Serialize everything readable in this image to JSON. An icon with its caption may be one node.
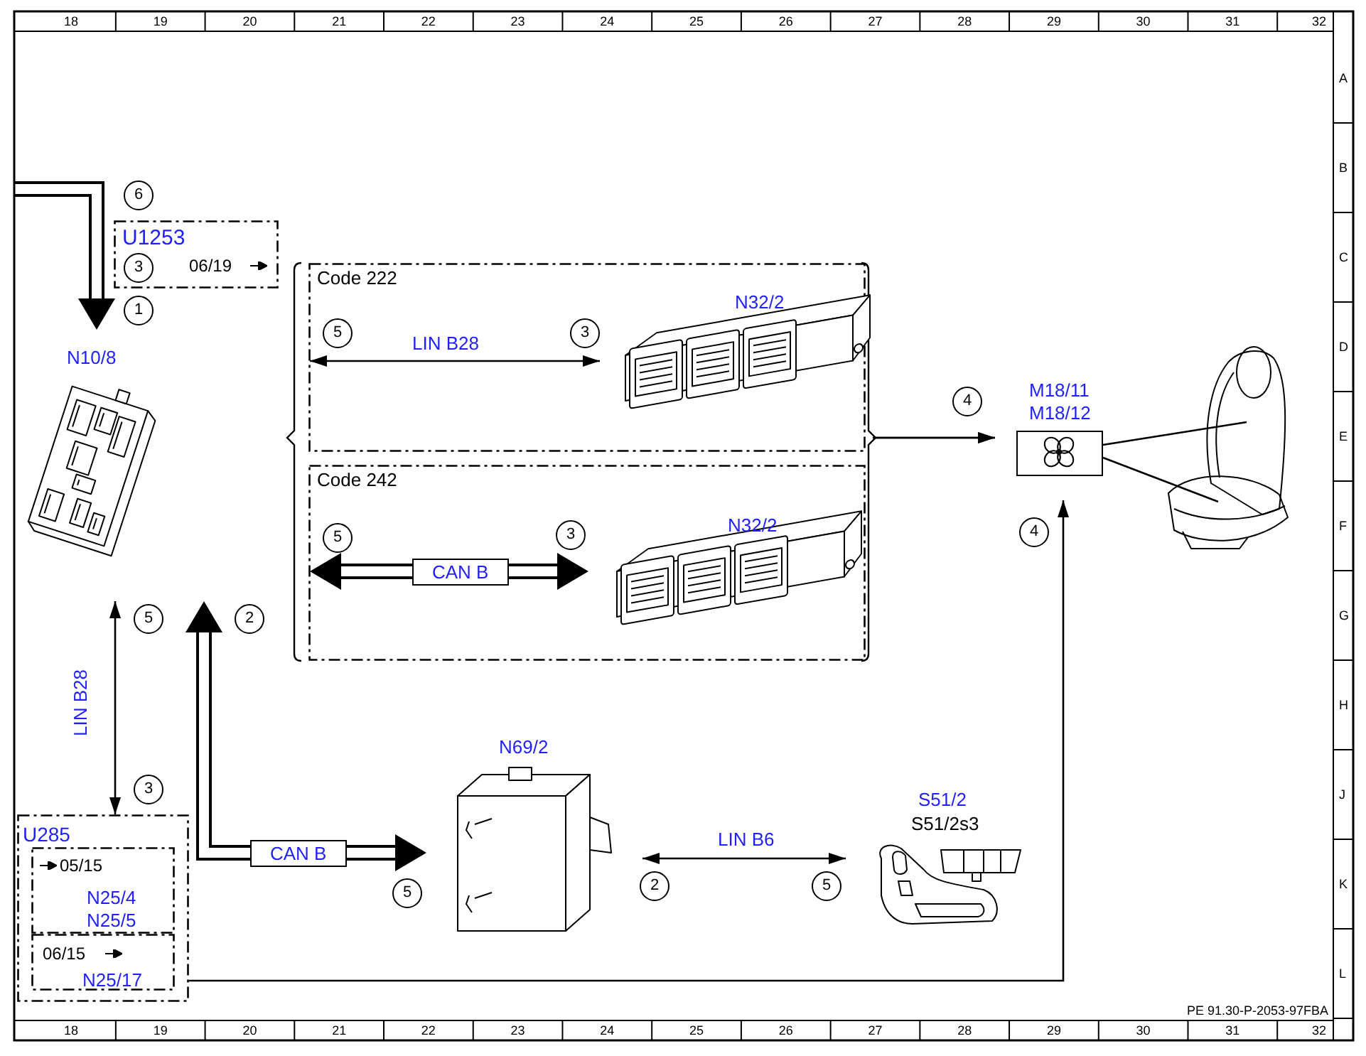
{
  "diagram": {
    "nodes": [
      {
        "text": [
          "U1253",
          "3",
          "06/19"
        ]
      },
      {
        "text": [
          "N10/8"
        ]
      },
      {
        "text": [
          "Code 222"
        ]
      },
      {
        "text": [
          "N32/2"
        ],
        "in": 2
      },
      {
        "text": [
          "Code 242"
        ]
      },
      {
        "text": [
          "N32/2"
        ],
        "in": 4
      },
      {
        "text": [
          "M18/11",
          "M18/12"
        ]
      },
      {
        "text": [],
        "shape": "picture"
      },
      {
        "text": [
          "U285"
        ]
      },
      {
        "text": [
          "05/15",
          "N25/4",
          "N25/5"
        ],
        "in": 8
      },
      {
        "text": [
          "06/15",
          "N25/17"
        ],
        "in": 8
      },
      {
        "text": [
          "N69/2"
        ]
      },
      {
        "text": [
          "S51/2",
          "S51/2s3"
        ]
      }
    ],
    "edges": [
      {
        "from": null,
        "to": 1,
        "arrow": "to",
        "style": "thick"
      },
      {
        "from": 2,
        "to": 3,
        "arrow": "both",
        "label": "LIN B28"
      },
      {
        "from": 4,
        "to": 5,
        "arrow": "both",
        "label": "CAN B",
        "style": "thick"
      },
      {
        "from": 2,
        "to": 6,
        "arrow": "to"
      },
      {
        "from": 8,
        "to": 6,
        "arrow": "to"
      },
      {
        "from": 6,
        "to": 7,
        "arrow": "none"
      },
      {
        "from": 6,
        "to": 7,
        "arrow": "none"
      },
      {
        "from": 1,
        "to": 8,
        "arrow": "both",
        "label": "LIN B28"
      },
      {
        "from": 1,
        "to": 11,
        "arrow": "both",
        "label": "CAN B",
        "style": "thick"
      },
      {
        "from": 11,
        "to": 12,
        "arrow": "both",
        "label": "LIN B6"
      },
      {
        "from": 4,
        "to": 6,
        "arrow": "to"
      }
    ],
    "labels": [
      "18",
      "19",
      "20",
      "21",
      "22",
      "23",
      "24",
      "25",
      "26",
      "27",
      "28",
      "29",
      "30",
      "31",
      "32",
      "A",
      "B",
      "C",
      "D",
      "E",
      "F",
      "G",
      "H",
      "J",
      "K",
      "L",
      "6",
      "1",
      "5",
      "3",
      "4",
      "5",
      "3",
      "4",
      "5",
      "2",
      "3",
      "5",
      "2",
      "5",
      "PE 91.30-P-2053-97FBA",
      "18",
      "19",
      "20",
      "21",
      "22",
      "23",
      "24",
      "25",
      "26",
      "27",
      "28",
      "29",
      "30",
      "31",
      "32"
    ]
  }
}
